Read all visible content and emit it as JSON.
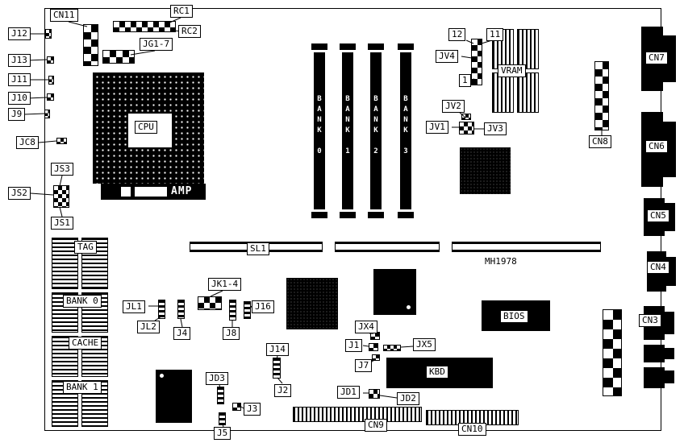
{
  "board_text": {
    "amp": "AMP",
    "part_number": "MH1978"
  },
  "callouts": [
    {
      "id": "cn11",
      "text": "CN11"
    },
    {
      "id": "j12",
      "text": "J12"
    },
    {
      "id": "j13",
      "text": "J13"
    },
    {
      "id": "j11",
      "text": "J11"
    },
    {
      "id": "j10",
      "text": "J10"
    },
    {
      "id": "j9",
      "text": "J9"
    },
    {
      "id": "jc8",
      "text": "JC8"
    },
    {
      "id": "js3",
      "text": "JS3"
    },
    {
      "id": "js2",
      "text": "JS2"
    },
    {
      "id": "js1",
      "text": "JS1"
    },
    {
      "id": "rc1",
      "text": "RC1"
    },
    {
      "id": "rc2",
      "text": "RC2"
    },
    {
      "id": "jg1-7",
      "text": "JG1-7"
    },
    {
      "id": "cpu",
      "text": "CPU"
    },
    {
      "id": "tag",
      "text": "TAG"
    },
    {
      "id": "bank0-cache",
      "text": "BANK 0"
    },
    {
      "id": "cache",
      "text": "CACHE"
    },
    {
      "id": "bank1-cache",
      "text": "BANK 1"
    },
    {
      "id": "sl1",
      "text": "SL1"
    },
    {
      "id": "jl1",
      "text": "JL1"
    },
    {
      "id": "jl2",
      "text": "JL2"
    },
    {
      "id": "j4",
      "text": "J4"
    },
    {
      "id": "jk1-4",
      "text": "JK1-4"
    },
    {
      "id": "j8",
      "text": "J8"
    },
    {
      "id": "j16",
      "text": "J16"
    },
    {
      "id": "j14",
      "text": "J14"
    },
    {
      "id": "j2",
      "text": "J2"
    },
    {
      "id": "jd3",
      "text": "JD3"
    },
    {
      "id": "j3",
      "text": "J3"
    },
    {
      "id": "j5",
      "text": "J5"
    },
    {
      "id": "num12",
      "text": "12"
    },
    {
      "id": "num11",
      "text": "11"
    },
    {
      "id": "jv4",
      "text": "JV4"
    },
    {
      "id": "num1",
      "text": "1"
    },
    {
      "id": "vram",
      "text": "VRAM"
    },
    {
      "id": "jv2",
      "text": "JV2"
    },
    {
      "id": "jv1",
      "text": "JV1"
    },
    {
      "id": "jv3",
      "text": "JV3"
    },
    {
      "id": "cn8",
      "text": "CN8"
    },
    {
      "id": "cn7",
      "text": "CN7"
    },
    {
      "id": "cn6",
      "text": "CN6"
    },
    {
      "id": "cn5",
      "text": "CN5"
    },
    {
      "id": "cn4",
      "text": "CN4"
    },
    {
      "id": "cn3",
      "text": "CN3"
    },
    {
      "id": "bios",
      "text": "BIOS"
    },
    {
      "id": "kbd",
      "text": "KBD"
    },
    {
      "id": "jx4",
      "text": "JX4"
    },
    {
      "id": "j1",
      "text": "J1"
    },
    {
      "id": "jx5",
      "text": "JX5"
    },
    {
      "id": "j7",
      "text": "J7"
    },
    {
      "id": "jd1",
      "text": "JD1"
    },
    {
      "id": "jd2",
      "text": "JD2"
    },
    {
      "id": "cn9",
      "text": "CN9"
    },
    {
      "id": "cn10",
      "text": "CN10"
    }
  ],
  "simm_slots": [
    {
      "id": "bank0",
      "label": "BANK 0"
    },
    {
      "id": "bank1",
      "label": "BANK 1"
    },
    {
      "id": "bank2",
      "label": "BANK 2"
    },
    {
      "id": "bank3",
      "label": "BANK 3"
    }
  ]
}
